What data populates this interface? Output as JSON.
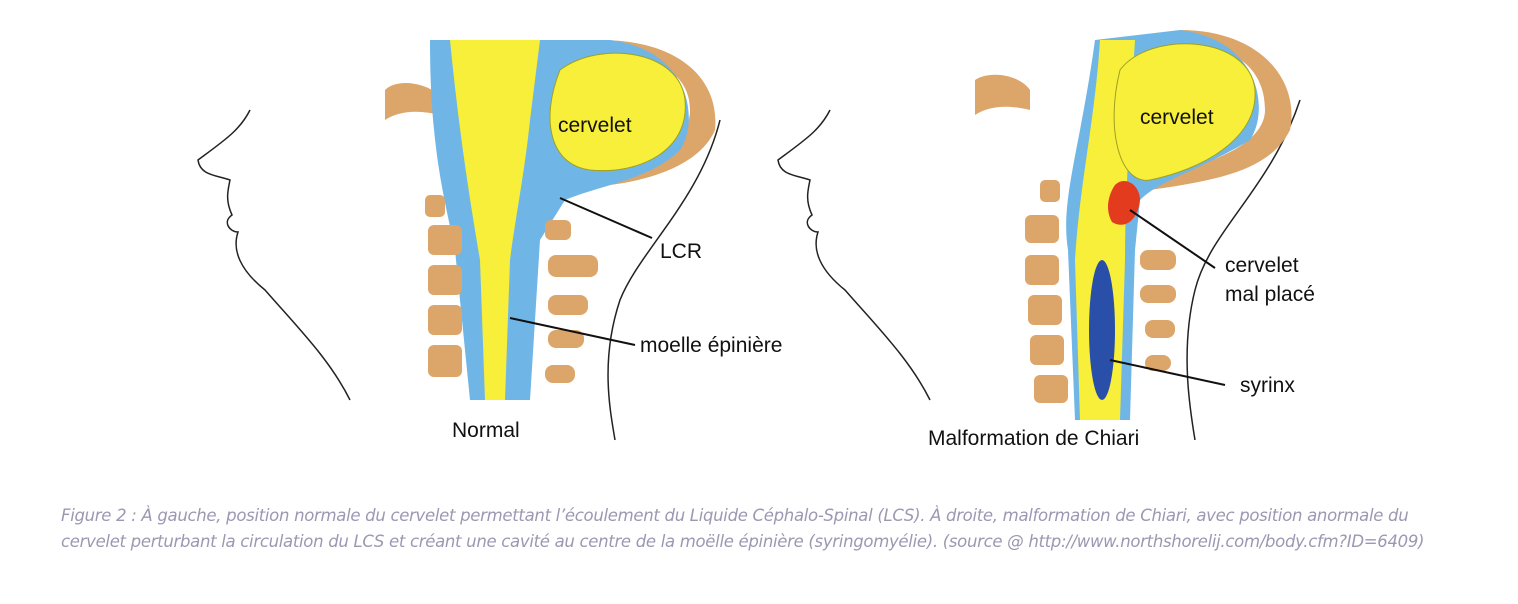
{
  "figure": {
    "left_panel": {
      "title": "Normal",
      "labels": {
        "cerebellum": "cervelet",
        "csf": "LCR",
        "spinal_cord": "moelle épinière"
      }
    },
    "right_panel": {
      "title": "Malformation de Chiari",
      "labels": {
        "cerebellum": "cervelet",
        "misplaced": "cervelet\nmal placé",
        "misplaced_line1": "cervelet",
        "misplaced_line2": "mal placé",
        "syrinx": "syrinx"
      }
    },
    "colors": {
      "cord": "#f7ef3a",
      "csf": "#6fb6e6",
      "bone": "#dca56a",
      "herniation": "#e23b1e",
      "syrinx": "#2a4fa8"
    }
  },
  "caption": "Figure 2 : À gauche, position normale du cervelet permettant l’écoulement du Liquide Céphalo-Spinal (LCS). À droite, malformation de Chiari, avec position anormale du cervelet perturbant la circulation du LCS et créant une cavité au centre de la moëlle épinière (syringomyélie). (source @ http://www.northshorelij.com/body.cfm?ID=6409)"
}
